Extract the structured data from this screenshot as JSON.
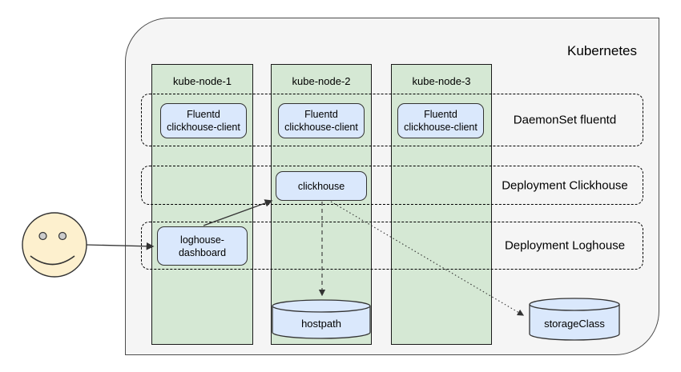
{
  "diagram": {
    "title": "Kubernetes",
    "nodes": [
      {
        "label": "kube-node-1",
        "pod": {
          "line1": "Fluentd",
          "line2": "clickhouse-client"
        }
      },
      {
        "label": "kube-node-2",
        "pod": {
          "line1": "Fluentd",
          "line2": "clickhouse-client"
        }
      },
      {
        "label": "kube-node-3",
        "pod": {
          "line1": "Fluentd",
          "line2": "clickhouse-client"
        }
      }
    ],
    "groups": [
      {
        "label": "DaemonSet fluentd"
      },
      {
        "label": "Deployment Clickhouse"
      },
      {
        "label": "Deployment Loghouse"
      }
    ],
    "pods": {
      "clickhouse": "clickhouse",
      "loghouse_line1": "loghouse-",
      "loghouse_line2": "dashboard"
    },
    "storage": [
      {
        "label": "hostpath"
      },
      {
        "label": "storageClass"
      }
    ],
    "colors": {
      "container_fill": "#f5f5f5",
      "node_fill": "#d5e8d4",
      "pod_fill": "#dae8fc",
      "smiley_fill": "#fdf0ce",
      "stroke": "#333333"
    }
  }
}
